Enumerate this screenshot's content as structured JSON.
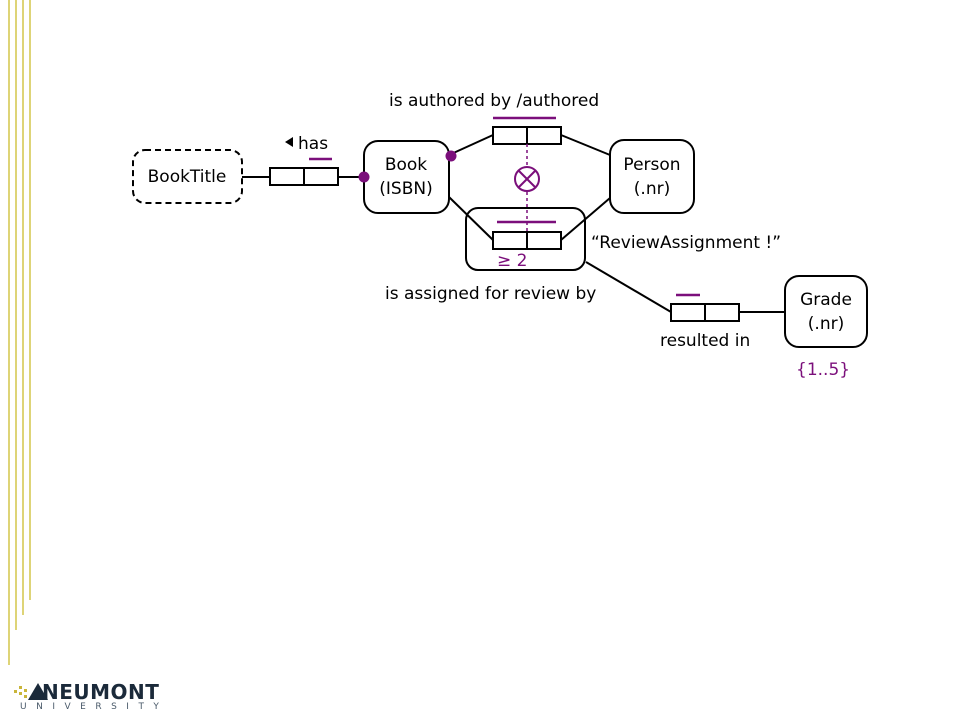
{
  "diagram": {
    "entities": {
      "booktitle": "BookTitle",
      "book_name": "Book",
      "book_ref": "(ISBN)",
      "person_name": "Person",
      "person_ref": "(.nr)",
      "grade_name": "Grade",
      "grade_ref": "(.nr)"
    },
    "labels": {
      "has": "has",
      "authored": "is authored by /authored",
      "assigned": "is assigned for review by",
      "resulted": "resulted in",
      "objectified": "“ReviewAssignment !”",
      "frequency": "≥ 2",
      "value_constraint": "{1..5}"
    }
  },
  "logo": {
    "brand": "NEUMONT",
    "sub": "UNIVERSITY"
  },
  "colors": {
    "constraint": "#7b0f7b",
    "accent_bar": "#d4c64a"
  }
}
